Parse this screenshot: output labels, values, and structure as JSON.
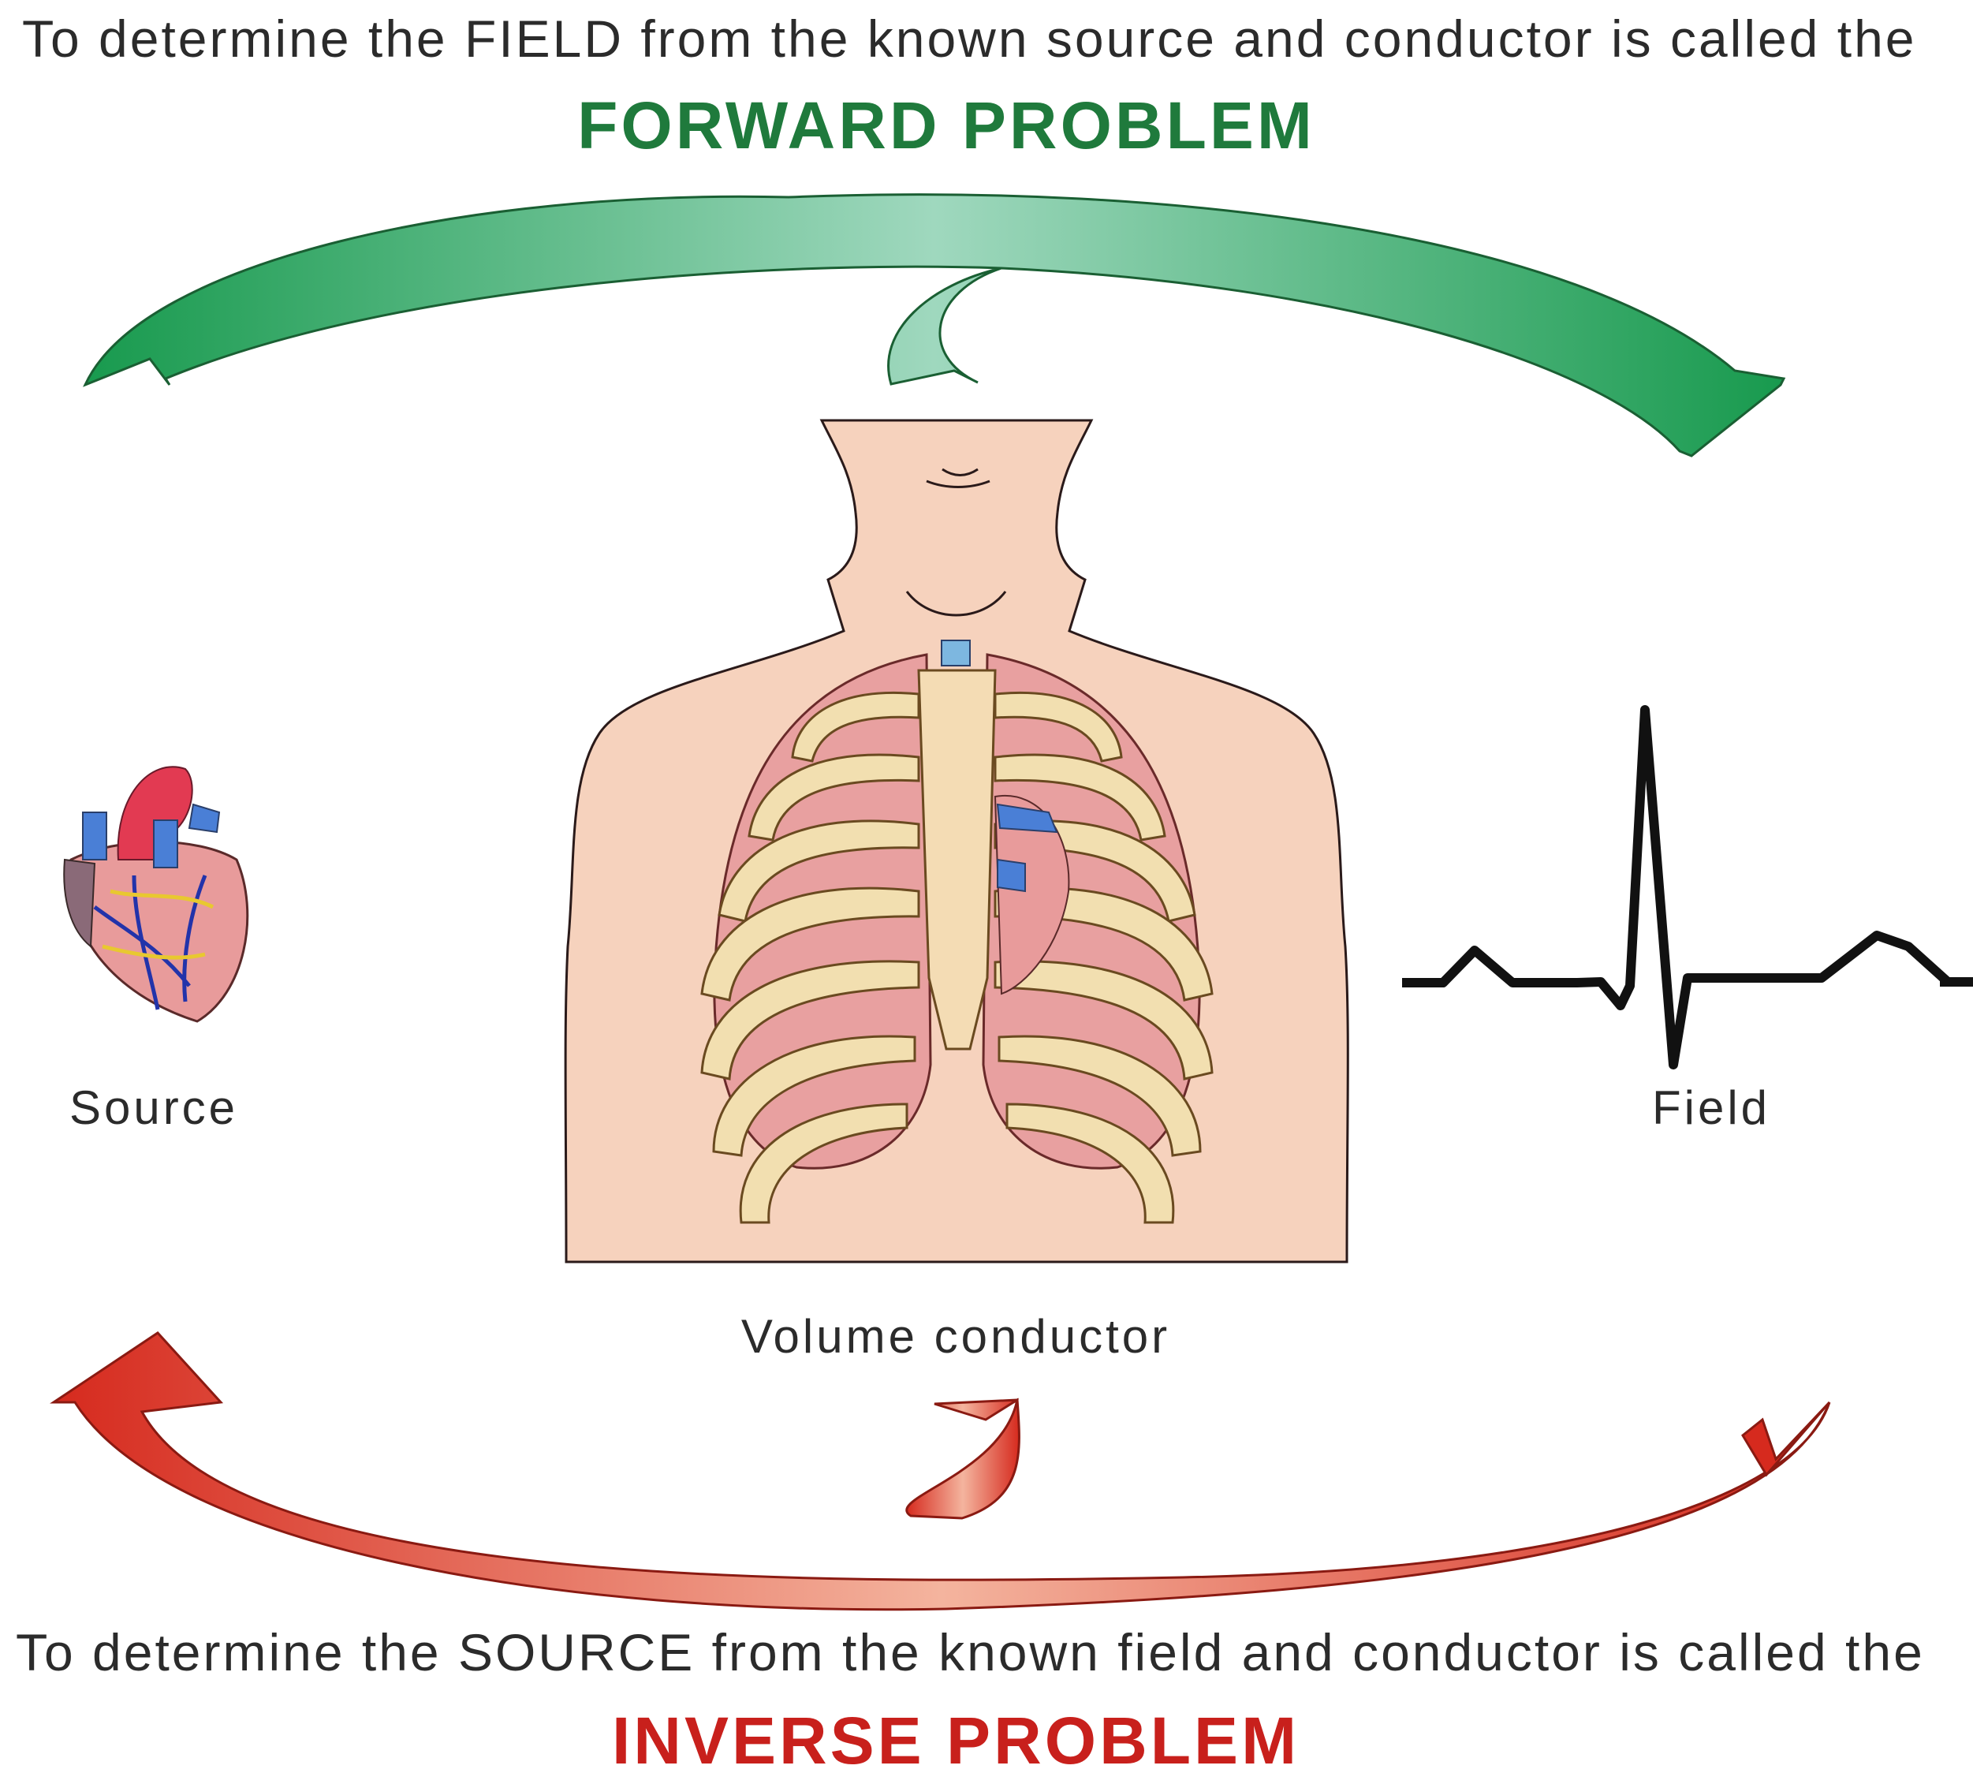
{
  "top_text": "To determine the FIELD from the known source and conductor is called the",
  "forward_title": "FORWARD  PROBLEM",
  "bottom_text": "To determine the SOURCE from the known field and conductor is called the",
  "inverse_title": "INVERSE PROBLEM",
  "labels": {
    "source": "Source",
    "field": "Field",
    "volume_conductor": "Volume conductor"
  },
  "colors": {
    "forward_title": "#1f7a3c",
    "forward_arrow_dark": "#189a4e",
    "forward_arrow_light": "#9fd8be",
    "inverse_title": "#c8201c",
    "inverse_arrow_dark": "#d62a1e",
    "inverse_arrow_light": "#f4b49e",
    "skin": "#f6d2bd",
    "rib": "#f2dfb0",
    "lung": "#e8a0a0"
  }
}
